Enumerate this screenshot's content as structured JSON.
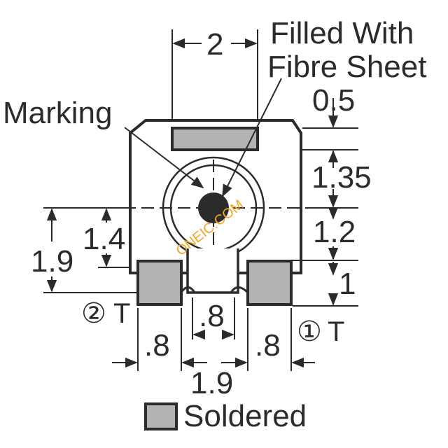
{
  "labels": {
    "title_line1": "Filled With",
    "title_line2": "Fibre Sheet",
    "marking": "Marking",
    "soldered": "Soldered",
    "watermark": "ONEIC.COM",
    "pin2": "②",
    "pin1": "①",
    "terminal": "T"
  },
  "dimensions": {
    "top_width": "2",
    "thickness_top": "0.5",
    "d_135": "1.35",
    "d_12": "1.2",
    "d_1": "1",
    "left_19": "1.9",
    "left_14": "1.4",
    "center_pad": ".8",
    "left_pad": ".8",
    "right_pad": ".8",
    "pad_pitch": "1.9"
  },
  "colors": {
    "line": "#2b2b2b",
    "solder_fill": "#b3b3b3",
    "watermark": "#f5a623"
  }
}
